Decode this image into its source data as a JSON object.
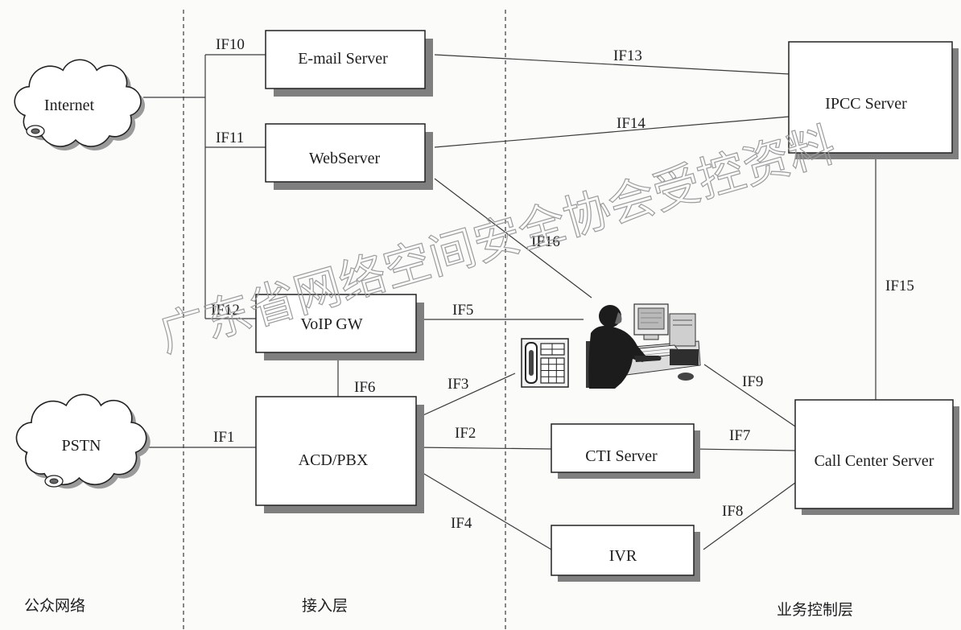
{
  "watermark": "广东省网络空间安全协会受控资料",
  "zones": {
    "public_network": "公众网络",
    "access_layer": "接入层",
    "service_control_layer": "业务控制层"
  },
  "clouds": {
    "internet": "Internet",
    "pstn": "PSTN"
  },
  "nodes": {
    "email_server": "E-mail Server",
    "web_server": "WebServer",
    "voip_gw": "VoIP GW",
    "acd_pbx": "ACD/PBX",
    "cti_server": "CTI Server",
    "ivr": "IVR",
    "ipcc_server": "IPCC Server",
    "call_center_server": "Call Center Server"
  },
  "interfaces": {
    "if1": "IF1",
    "if2": "IF2",
    "if3": "IF3",
    "if4": "IF4",
    "if5": "IF5",
    "if6": "IF6",
    "if7": "IF7",
    "if8": "IF8",
    "if9": "IF9",
    "if10": "IF10",
    "if11": "IF11",
    "if12": "IF12",
    "if13": "IF13",
    "if14": "IF14",
    "if15": "IF15",
    "if16": "IF16"
  },
  "icons": {
    "cloud": "cloud-icon",
    "disk": "disk-icon",
    "agent": "agent-workstation-icon",
    "phone": "telephone-icon"
  },
  "colors": {
    "line": "#3a3a3a",
    "box_border": "#222222",
    "shadow": "#7f7f7f",
    "watermark": "#9c9c9c"
  }
}
